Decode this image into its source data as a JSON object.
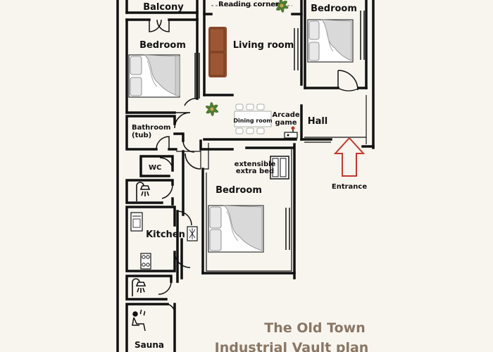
{
  "plan": {
    "title_line1": "The Old Town",
    "title_line2": "Industrial Vault plan",
    "rooms": {
      "balcony": "Balcony",
      "reading_corner": "Reading corner",
      "bedroom_top_right": "Bedroom",
      "bedroom_left": "Bedroom",
      "living_room": "Living room",
      "bathroom": "Bathroom",
      "bathroom_sub": "(tub)",
      "dining_room": "Dining room",
      "arcade_line1": "Arcade",
      "arcade_line2": "game",
      "hall": "Hall",
      "wc": "WC",
      "extra_bed_line1": "extensible",
      "extra_bed_line2": "extra bed",
      "bedroom_center": "Bedroom",
      "entrance": "Entrance",
      "kitchen": "Kitchen",
      "sauna": "Sauna"
    },
    "colors": {
      "background": "#f8f5ef",
      "wall": "#111111",
      "sofa": "#8a4a2a",
      "entrance_arrow": "#c0392b",
      "title": "#8a7664",
      "plant": "#4f7a33"
    },
    "icons": [
      "bed-icon",
      "sofa-icon",
      "plant-icon",
      "dining-table-icon",
      "arcade-icon",
      "shower-icon",
      "oven-icon",
      "stove-icon",
      "sauna-person-icon",
      "arrow-up-icon"
    ]
  }
}
